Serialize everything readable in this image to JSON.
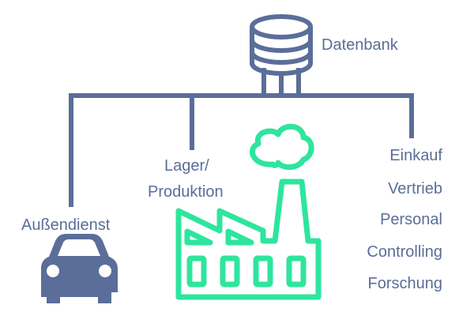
{
  "database": {
    "label": "Datenbank",
    "icon": "database-icon"
  },
  "field_service": {
    "label": "Außendienst",
    "icon": "car-icon"
  },
  "warehouse": {
    "line1": "Lager/",
    "line2": "Produktion",
    "icon": "factory-icon"
  },
  "departments": [
    "Einkauf",
    "Vertrieb",
    "Personal",
    "Controlling",
    "Forschung"
  ],
  "colors": {
    "primary": "#5a6e99",
    "accent": "#2ee59d",
    "background": "#ffffff"
  }
}
